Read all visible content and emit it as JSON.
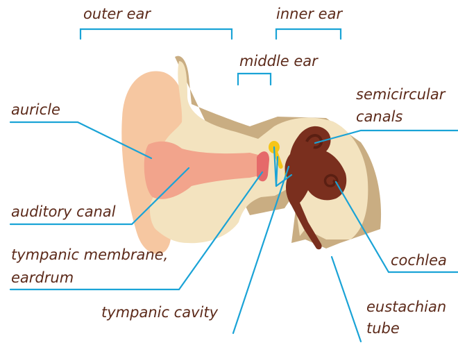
{
  "labels": {
    "outer_ear": "outer ear",
    "inner_ear": "inner ear",
    "middle_ear": "middle ear",
    "auricle": "auricle",
    "semicircular_1": "semicircular",
    "semicircular_2": "canals",
    "auditory_canal": "auditory canal",
    "cochlea": "cochlea",
    "tympanic_membrane_1": "tympanic membrane,",
    "tympanic_membrane_2": "eardrum",
    "eustachian_1": "eustachian",
    "eustachian_2": "tube",
    "tympanic_cavity": "tympanic cavity"
  },
  "colors": {
    "leader": "#1aa3d6",
    "label_text": "#5c2a1a",
    "skin": "#f6c7a1",
    "tissue": "#f3e3bf",
    "bone_shadow": "#c9ad82",
    "canal": "#f2a48c",
    "eardrum": "#e56a6a",
    "ossicles": "#f5c518",
    "inner_ear": "#7a2f1e"
  }
}
